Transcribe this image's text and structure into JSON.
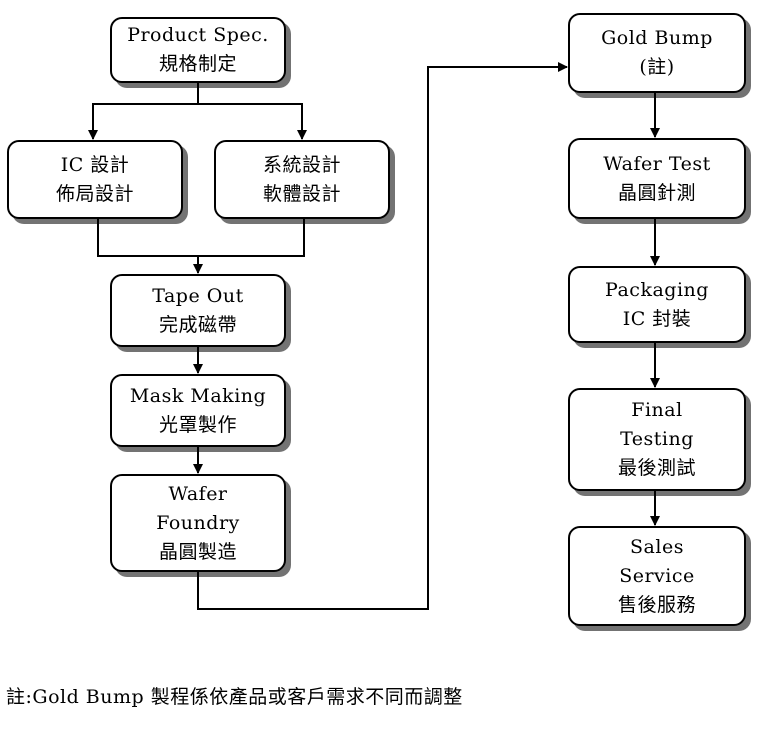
{
  "nodes": {
    "product_spec": {
      "lines": [
        "Product Spec.",
        "規格制定"
      ]
    },
    "ic_design": {
      "lines": [
        "IC 設計",
        "佈局設計"
      ]
    },
    "system_design": {
      "lines": [
        "系統設計",
        "軟體設計"
      ]
    },
    "tape_out": {
      "lines": [
        "Tape Out",
        "完成磁帶"
      ]
    },
    "mask_making": {
      "lines": [
        "Mask Making",
        "光罩製作"
      ]
    },
    "wafer_foundry": {
      "lines": [
        "Wafer",
        "Foundry",
        "晶圓製造"
      ]
    },
    "gold_bump": {
      "lines": [
        "Gold Bump",
        "(註)"
      ]
    },
    "wafer_test": {
      "lines": [
        "Wafer Test",
        "晶圓針測"
      ]
    },
    "packaging": {
      "lines": [
        "Packaging",
        "IC 封裝"
      ]
    },
    "final_testing": {
      "lines": [
        "Final",
        "Testing",
        "最後測試"
      ]
    },
    "sales_service": {
      "lines": [
        "Sales",
        "Service",
        "售後服務"
      ]
    }
  },
  "footnote": "註:Gold Bump 製程係依產品或客戶需求不同而調整"
}
